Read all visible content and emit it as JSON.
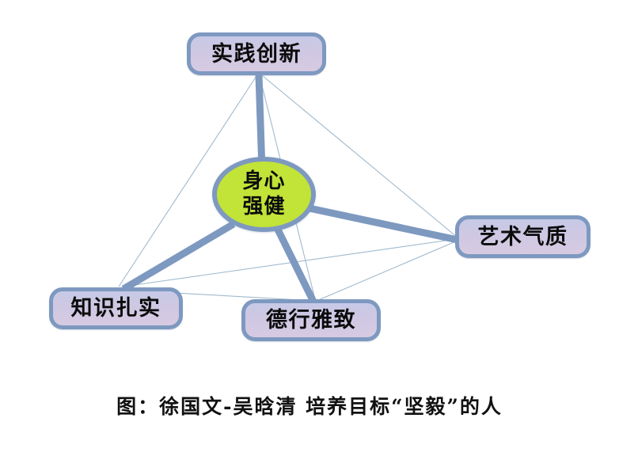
{
  "diagram": {
    "title_caption": "图：徐国文-吴晗清 培养目标“坚毅”的人",
    "center": {
      "id": "center",
      "label": "身心强健",
      "line1": "身心",
      "line2": "强健",
      "shape": "ellipse",
      "fill": "#c2e337",
      "border": "#7e99c0"
    },
    "nodes": [
      {
        "id": "top",
        "label": "实践创新",
        "shape": "rounded-rect",
        "fill": "#cfc8e3",
        "border": "#7e99c0"
      },
      {
        "id": "right",
        "label": "艺术气质",
        "shape": "rounded-rect",
        "fill": "#cfc8e3",
        "border": "#7e99c0"
      },
      {
        "id": "bottom",
        "label": "德行雅致",
        "shape": "rounded-rect",
        "fill": "#cfc8e3",
        "border": "#7e99c0"
      },
      {
        "id": "left",
        "label": "知识扎实",
        "shape": "rounded-rect",
        "fill": "#cfc8e3",
        "border": "#7e99c0"
      }
    ],
    "edges": {
      "spokes": [
        {
          "from": "center",
          "to": "top"
        },
        {
          "from": "center",
          "to": "right"
        },
        {
          "from": "center",
          "to": "bottom"
        },
        {
          "from": "center",
          "to": "left"
        }
      ],
      "perimeter": [
        {
          "from": "top",
          "to": "left"
        },
        {
          "from": "top",
          "to": "bottom"
        },
        {
          "from": "top",
          "to": "right"
        },
        {
          "from": "left",
          "to": "bottom"
        },
        {
          "from": "left",
          "to": "right"
        },
        {
          "from": "bottom",
          "to": "right"
        }
      ],
      "spoke_color": "#7e99c0",
      "perimeter_color": "#9fb9cd"
    }
  }
}
